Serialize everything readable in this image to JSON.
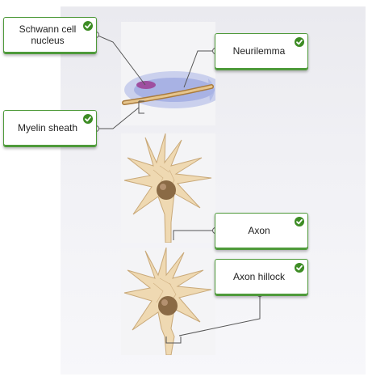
{
  "labels": {
    "schwann_cell_nucleus": "Schwann cell nucleus",
    "myelin_sheath": "Myelin sheath",
    "neurilemma": "Neurilemma",
    "axon": "Axon",
    "axon_hillock": "Axon hillock"
  },
  "icons": {
    "correct_check": "check-icon"
  },
  "colors": {
    "correct_green": "#3d8c24",
    "label_border": "#4e9a3a",
    "neuron_fill": "#efd9b2",
    "nucleus": "#8a6a45",
    "schwann_cell": "#9aa6e0",
    "axon_fiber": "#d7b377"
  }
}
